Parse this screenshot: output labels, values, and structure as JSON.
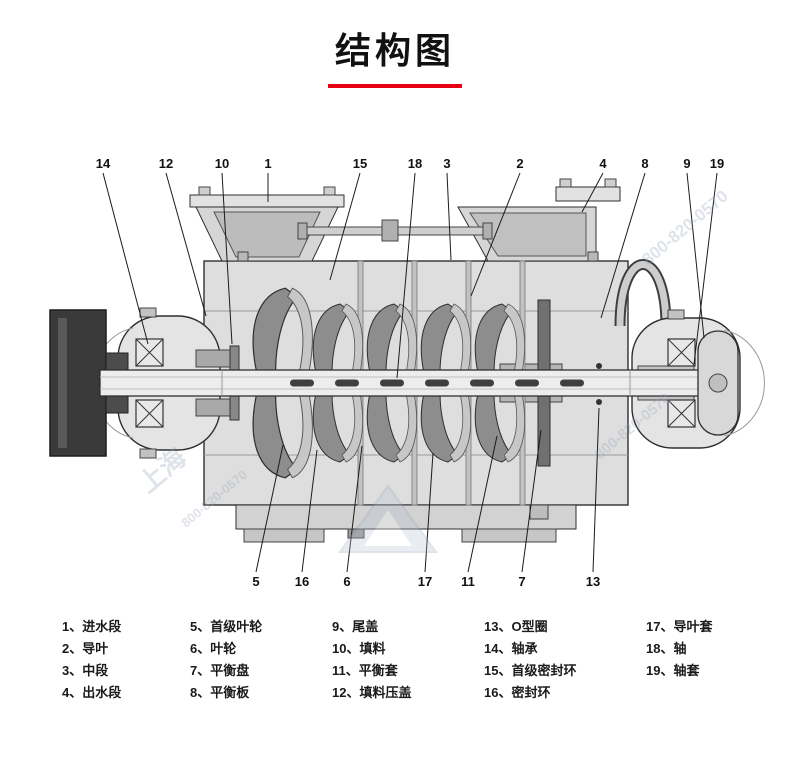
{
  "title": "结构图",
  "callouts": {
    "top": [
      "14",
      "12",
      "10",
      "1",
      "15",
      "18",
      "3",
      "2",
      "4",
      "8",
      "9",
      "19"
    ],
    "bottom": [
      "5",
      "16",
      "6",
      "17",
      "11",
      "7",
      "13"
    ]
  },
  "legend": {
    "columns": [
      [
        "1、进水段",
        "2、导叶",
        "3、中段",
        "4、出水段"
      ],
      [
        "5、首级叶轮",
        "6、叶轮",
        "7、平衡盘",
        "8、平衡板"
      ],
      [
        "9、尾盖",
        "10、填料",
        "11、平衡套",
        "12、填料压盖"
      ],
      [
        "13、O型圈",
        "14、轴承",
        "15、首级密封环",
        "16、密封环"
      ],
      [
        "17、导叶套",
        "18、轴",
        "19、轴套"
      ]
    ]
  },
  "watermark": {
    "phone": "800-820-0570",
    "brand": "上海"
  },
  "colors": {
    "accent_red": "#e60012",
    "outline": "#2b2b2b",
    "casing": "#dedede",
    "metal_dark": "#3a3a3a"
  }
}
